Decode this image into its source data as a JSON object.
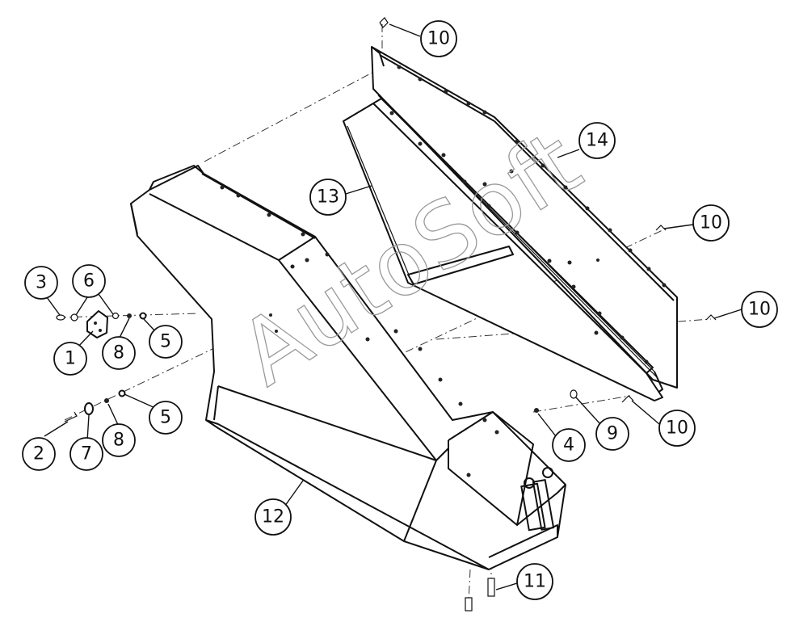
{
  "watermark": "AutoSoft",
  "callouts": [
    {
      "id": "c1",
      "label": "1"
    },
    {
      "id": "c2",
      "label": "2"
    },
    {
      "id": "c3",
      "label": "3"
    },
    {
      "id": "c4",
      "label": "4"
    },
    {
      "id": "c5a",
      "label": "5"
    },
    {
      "id": "c5b",
      "label": "5"
    },
    {
      "id": "c6",
      "label": "6"
    },
    {
      "id": "c7",
      "label": "7"
    },
    {
      "id": "c8a",
      "label": "8"
    },
    {
      "id": "c8b",
      "label": "8"
    },
    {
      "id": "c9",
      "label": "9"
    },
    {
      "id": "c10a",
      "label": "10"
    },
    {
      "id": "c10b",
      "label": "10"
    },
    {
      "id": "c10c",
      "label": "10"
    },
    {
      "id": "c10d",
      "label": "10"
    },
    {
      "id": "c11",
      "label": "11"
    },
    {
      "id": "c12",
      "label": "12"
    },
    {
      "id": "c13",
      "label": "13"
    },
    {
      "id": "c14",
      "label": "14"
    }
  ]
}
